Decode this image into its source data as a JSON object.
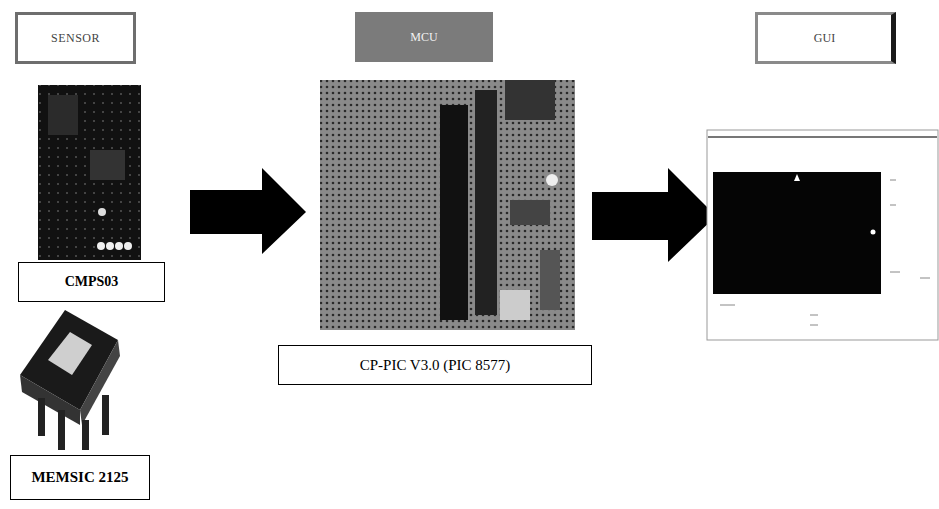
{
  "diagram": {
    "nodes": [
      {
        "text": [
          "SENSOR"
        ]
      },
      {
        "text": [
          "MCU"
        ]
      },
      {
        "text": [
          "GUI"
        ]
      },
      {
        "text": [
          "CMPS03"
        ]
      },
      {
        "text": [
          "MEMSIC 2125"
        ]
      },
      {
        "text": [
          "CP-PIC V3.0 (PIC 8577)"
        ]
      }
    ]
  }
}
